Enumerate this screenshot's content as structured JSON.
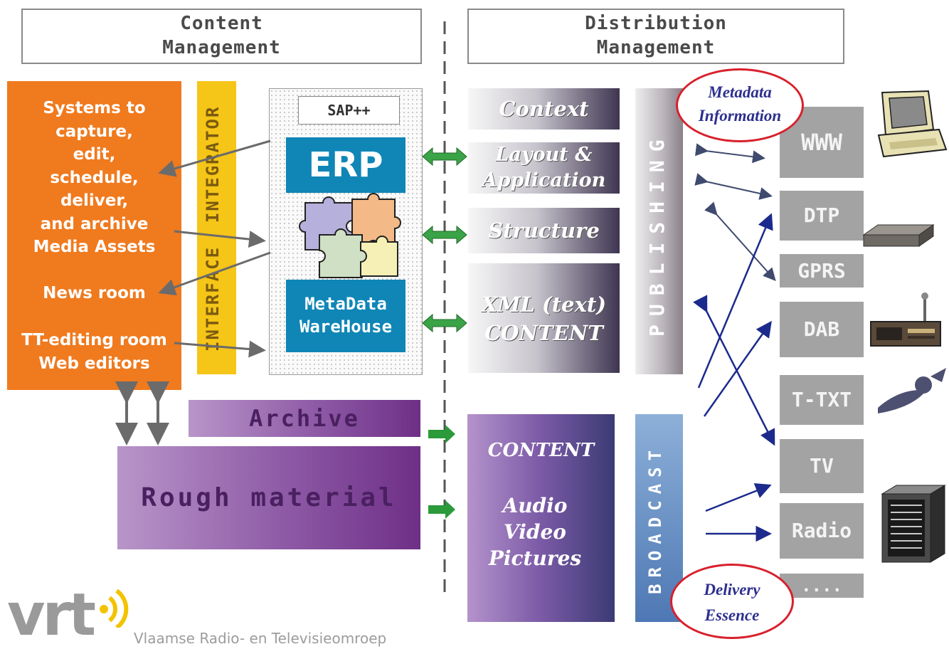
{
  "headers": {
    "content_management": "Content\nManagement",
    "distribution_management": "Distribution\nManagement"
  },
  "systems": {
    "capture_text": "Systems to\ncapture,\nedit,\nschedule,\ndeliver,\nand archive\nMedia Assets",
    "news_room": "News room",
    "tt_editing": "TT-editing room\nWeb editors"
  },
  "integrator": {
    "label": "INTERFACE  INTEGRATOR"
  },
  "sap": {
    "label": "SAP++",
    "erp": "ERP",
    "warehouse": "MetaData\nWareHouse"
  },
  "context_boxes": [
    {
      "text": "Context"
    },
    {
      "text": "Layout &\nApplication"
    },
    {
      "text": "Structure"
    },
    {
      "text": "XML (text)\nCONTENT"
    }
  ],
  "publishing": "PUBLISHING",
  "broadcast": "BROADCAST",
  "archive": "Archive",
  "rough_material": "Rough material",
  "content": {
    "title": "CONTENT",
    "types": "Audio\nVideo\nPictures"
  },
  "channels": [
    "WWW",
    "DTP",
    "GPRS",
    "DAB",
    "T-TXT",
    "TV",
    "Radio",
    "...."
  ],
  "bubbles": {
    "metadata": "Metadata\nInformation",
    "delivery": "Delivery\nEssence"
  },
  "logo": {
    "mark": "vrt",
    "tagline": "Vlaamse Radio- en Televisieomroep"
  },
  "colors": {
    "orange": "#f07a1e",
    "yellow": "#f5c518",
    "erp_blue": "#0f86b6",
    "purple": "#8e5aa6",
    "channel_gray": "#a3a3a3",
    "navy_arrow": "#1b2a8c",
    "green_arrow": "#3aa347",
    "bubble_red": "#d8202d"
  },
  "icons": [
    "monitor-icon",
    "modem-icon",
    "radio-receiver-icon",
    "teletext-icon",
    "server-rack-icon"
  ]
}
